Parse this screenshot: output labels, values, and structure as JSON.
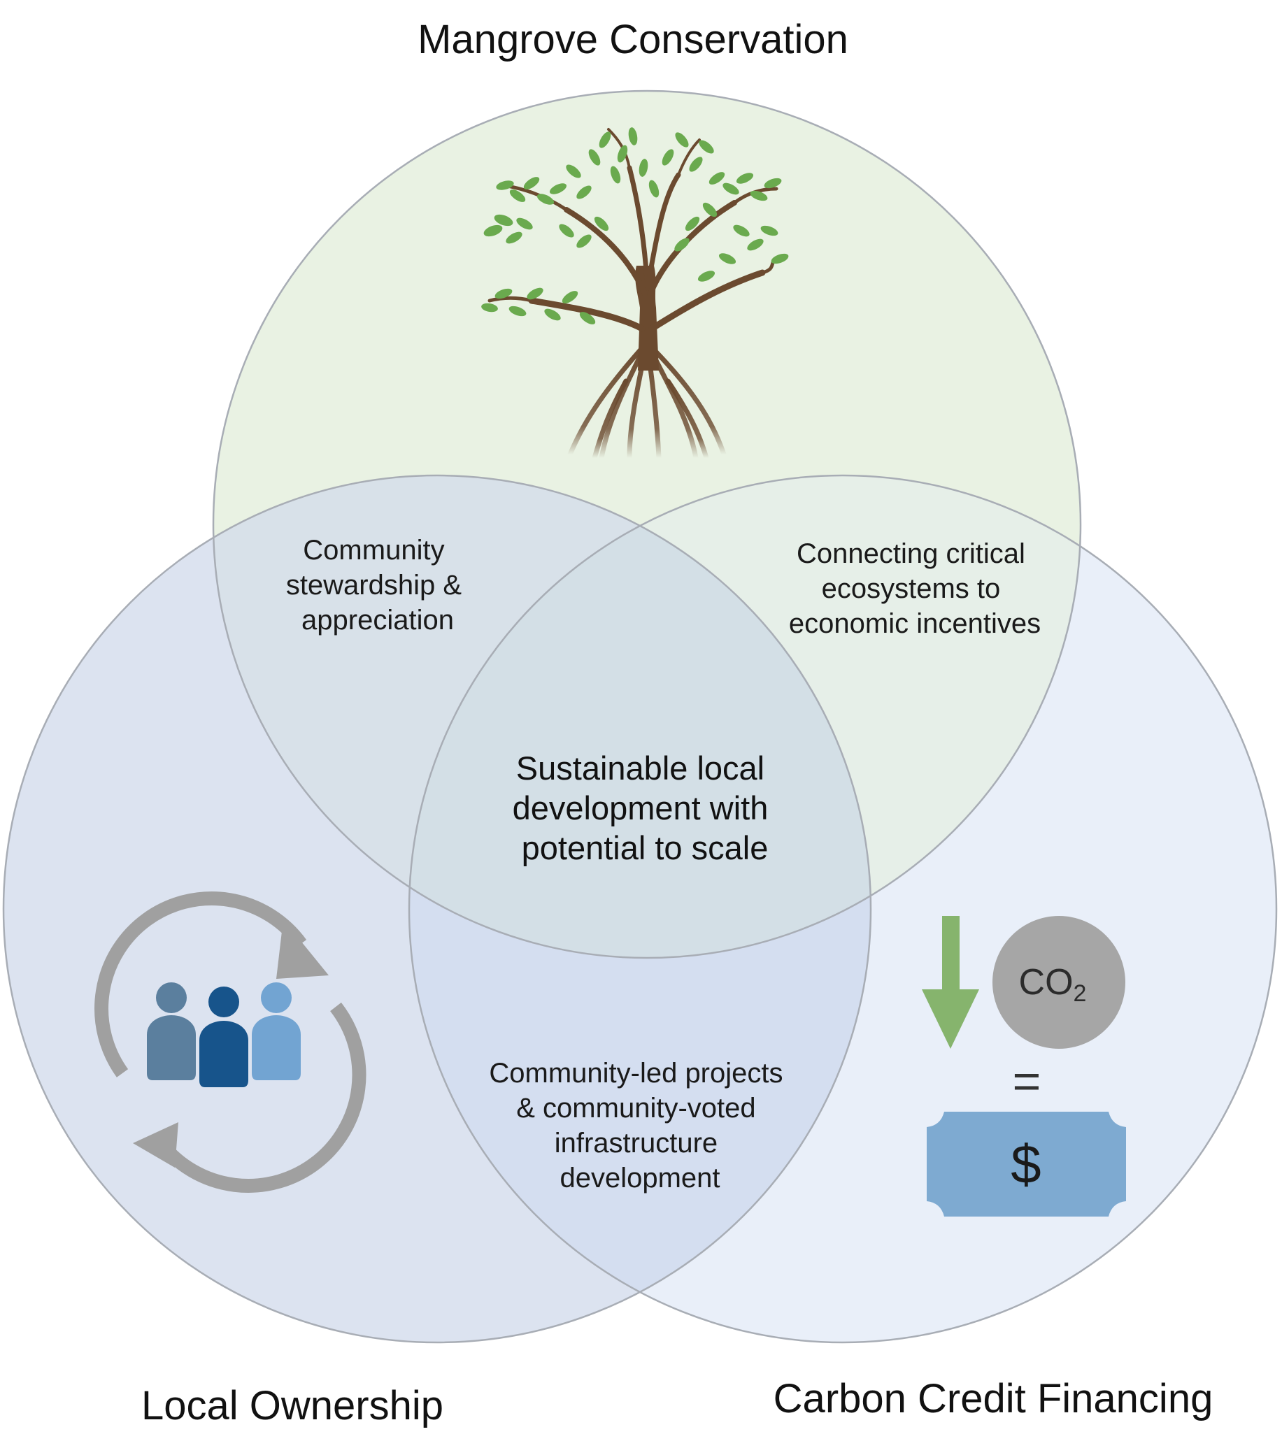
{
  "titles": {
    "top": "Mangrove Conservation",
    "bottom_left": "Local Ownership",
    "bottom_right": "Carbon Credit Financing"
  },
  "overlaps": {
    "top_left": [
      "Community",
      "stewardship &",
      "appreciation"
    ],
    "top_right": [
      "Connecting critical",
      "ecosystems to",
      "economic incentives"
    ],
    "bottom": [
      "Community-led projects",
      "& community-voted",
      "infrastructure",
      "development"
    ],
    "center": [
      "Sustainable local",
      "development with",
      "potential to scale"
    ]
  },
  "icons": {
    "tree": "mangrove-tree-icon",
    "community": "community-cycle-icon",
    "arrow": "down-arrow-icon",
    "co2": "co2-icon",
    "money": "dollar-bill-icon"
  },
  "co2_label": {
    "main": "CO",
    "sub": "2"
  },
  "equals_label": "=",
  "dollar_label": "$",
  "colors": {
    "mangrove_fill": "#e9f2e3",
    "ownership_fill": "#dbe3f0",
    "carbon_fill": "#e8eef8",
    "leaf_green": "#6aaa4e",
    "trunk_brown": "#6b4a2f",
    "arrow_green": "#86b46d",
    "co2_gray": "#a6a6a6",
    "bill_blue": "#7eaad1",
    "person_1": "#5b7f9e",
    "person_2": "#17548b",
    "person_3": "#72a4d2",
    "cycle_gray": "#a0a0a0"
  }
}
